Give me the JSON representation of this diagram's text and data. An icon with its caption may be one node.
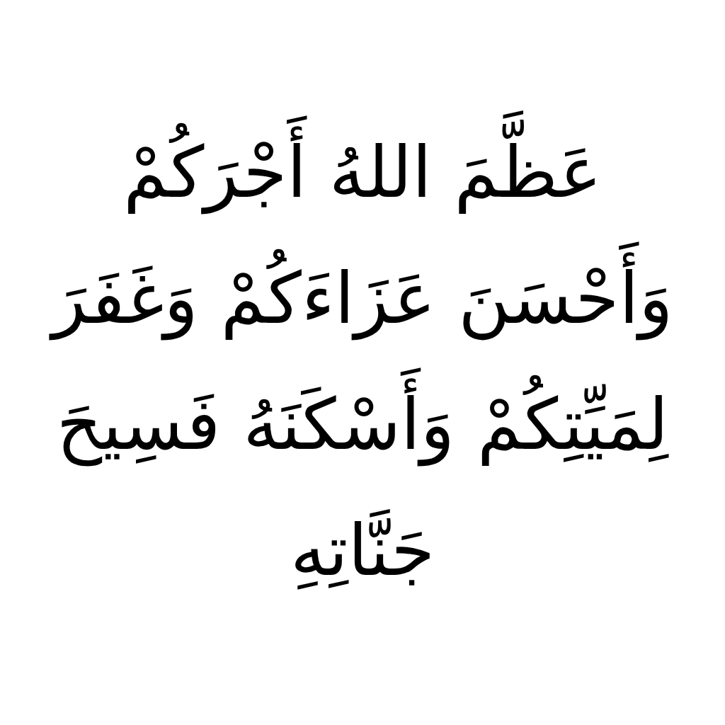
{
  "diagram": {
    "labels": [
      "عَظَّمَ اللهُ أَجْرَكُمْ",
      "وَأَحْسَنَ عَزَاءَكُمْ وَغَفَرَ",
      "لِمَيِّتِكُمْ وَأَسْكَنَهُ فَسِيحَ",
      "جَنَّاتِهِ"
    ]
  }
}
